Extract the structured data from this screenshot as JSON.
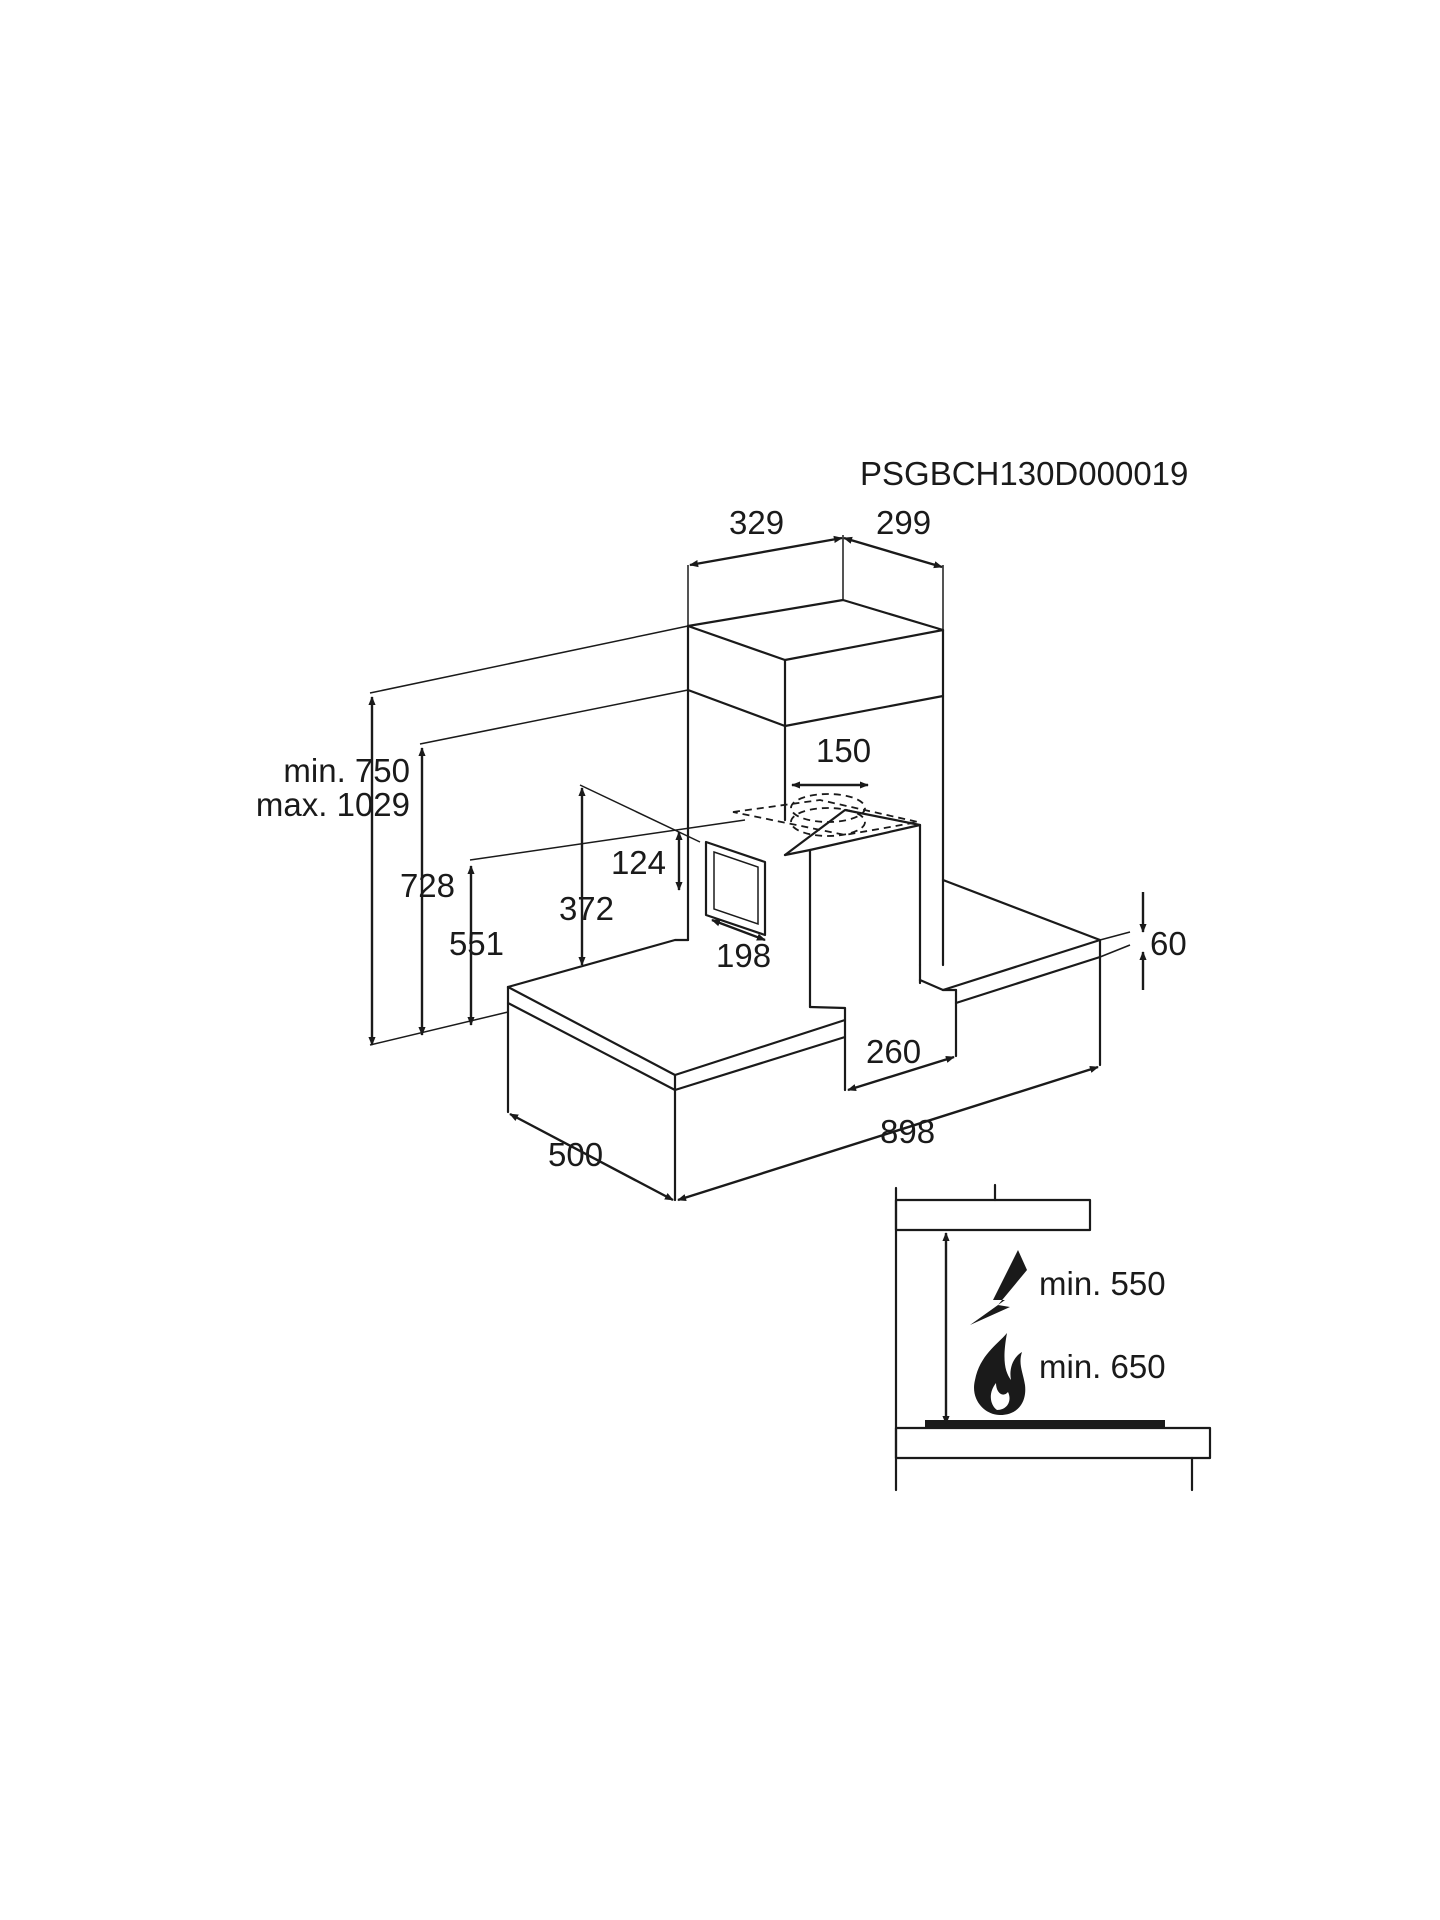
{
  "drawing_code": "PSGBCH130D000019",
  "dimensions": {
    "chimney_width": "329",
    "chimney_depth": "299",
    "height_range_min": "min. 750",
    "height_range_max": "max. 1029",
    "height_728": "728",
    "height_551": "551",
    "height_372": "372",
    "height_124": "124",
    "width_198": "198",
    "duct_diameter": "150",
    "canopy_thickness": "60",
    "depth_260": "260",
    "depth_500": "500",
    "total_width": "898"
  },
  "clearance": {
    "electric_min": "min. 550",
    "gas_min": "min. 650"
  },
  "colors": {
    "line": "#1a1a1a",
    "background": "#ffffff"
  },
  "icons": [
    "lightning-bolt-icon",
    "gas-flame-icon"
  ]
}
